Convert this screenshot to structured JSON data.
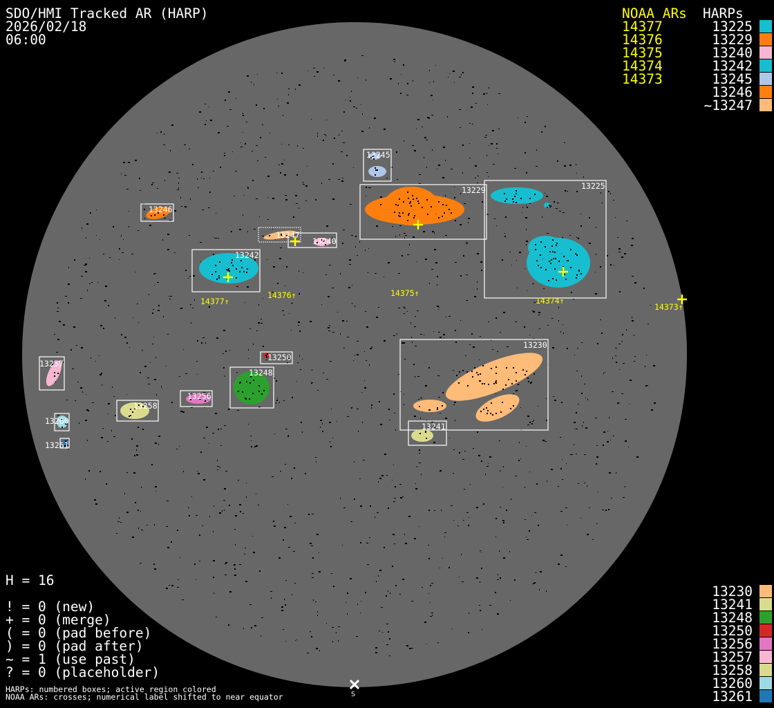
{
  "header": {
    "title": "SDO/HMI Tracked AR (HARP)",
    "date": "2026/02/18",
    "time": "06:00"
  },
  "legend_top": {
    "noaa_heading": "NOAA ARs",
    "harp_heading": "HARPs",
    "noaa": [
      "14377",
      "14376",
      "14375",
      "14374",
      "14373"
    ],
    "harps": [
      {
        "label": "13225",
        "color": "#17becf"
      },
      {
        "label": "13229",
        "color": "#ff7f0e"
      },
      {
        "label": "13240",
        "color": "#f7b6d2"
      },
      {
        "label": "13242",
        "color": "#17becf"
      },
      {
        "label": "13245",
        "color": "#aec7e8"
      },
      {
        "label": "13246",
        "color": "#ff7f0e"
      },
      {
        "label": "~13247",
        "color": "#ffbb78"
      }
    ]
  },
  "legend_bottom": {
    "harps": [
      {
        "label": "13230",
        "color": "#ffbb78"
      },
      {
        "label": "13241",
        "color": "#dbdb8d"
      },
      {
        "label": "13248",
        "color": "#2ca02c"
      },
      {
        "label": "13250",
        "color": "#d62728"
      },
      {
        "label": "13256",
        "color": "#e377c2"
      },
      {
        "label": "13257",
        "color": "#f7b6d2"
      },
      {
        "label": "13258",
        "color": "#dbdb8d"
      },
      {
        "label": "13260",
        "color": "#9edae5"
      },
      {
        "label": "13261",
        "color": "#1f77b4"
      }
    ]
  },
  "stats": {
    "h": "H = 16",
    "lines": [
      "! = 0 (new)",
      "+ = 0 (merge)",
      "( = 0 (pad before)",
      ") = 0 (pad after)",
      "~ = 1 (use past)",
      "? = 0 (placeholder)"
    ]
  },
  "footnotes": [
    "HARPs: numbered boxes; active region colored",
    "NOAA ARs: crosses; numerical label shifted to near equator"
  ],
  "south_marker": "S",
  "disk_regions": [
    {
      "label": "13225",
      "color": "#17becf"
    },
    {
      "label": "13229",
      "color": "#ff7f0e"
    },
    {
      "label": "13230",
      "color": "#ffbb78"
    },
    {
      "label": "13240",
      "color": "#f7b6d2"
    },
    {
      "label": "13241",
      "color": "#dbdb8d"
    },
    {
      "label": "13242",
      "color": "#17becf"
    },
    {
      "label": "13245",
      "color": "#aec7e8"
    },
    {
      "label": "13246",
      "color": "#ff7f0e"
    },
    {
      "label": "13247",
      "color": "#ffbb78"
    },
    {
      "label": "13248",
      "color": "#2ca02c"
    },
    {
      "label": "13250",
      "color": "#d62728"
    },
    {
      "label": "13256",
      "color": "#e377c2"
    },
    {
      "label": "13257",
      "color": "#f7b6d2"
    },
    {
      "label": "13258",
      "color": "#dbdb8d"
    },
    {
      "label": "13260",
      "color": "#9edae5"
    },
    {
      "label": "13261",
      "color": "#1f77b4"
    }
  ],
  "noaa_labels": [
    "14377↑",
    "14376↑",
    "14375↑",
    "14374↑",
    "14373↑"
  ]
}
